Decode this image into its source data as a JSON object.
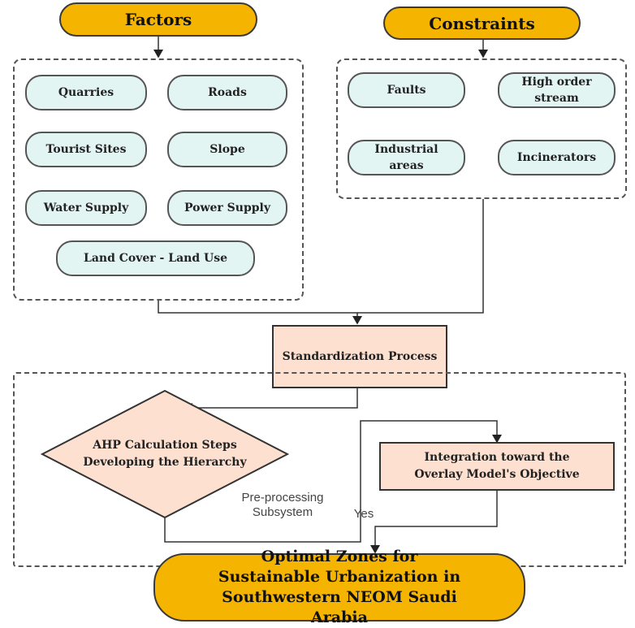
{
  "factors": {
    "title": "Factors",
    "items": [
      "Quarries",
      "Roads",
      "Tourist Sites",
      "Slope",
      "Water Supply",
      "Power Supply",
      "Land Cover - Land Use"
    ]
  },
  "constraints": {
    "title": "Constraints",
    "items": [
      "Faults",
      "High order stream",
      "Industrial areas",
      "Incinerators"
    ]
  },
  "standardization": "Standardization Process",
  "ahp": "AHP Calculation Steps Developing the Hierarchy",
  "integration": "Integration toward the Overlay Model's Objective",
  "preprocessing": "Pre-processing Subsystem",
  "yes_label": "Yes",
  "output": "Optimal Zones for Sustainable Urbanization in Southwestern NEOM Saudi Arabia",
  "colors": {
    "header_fill": "#f4b400",
    "item_fill": "#e2f5f3",
    "process_fill": "#fde0d0"
  }
}
